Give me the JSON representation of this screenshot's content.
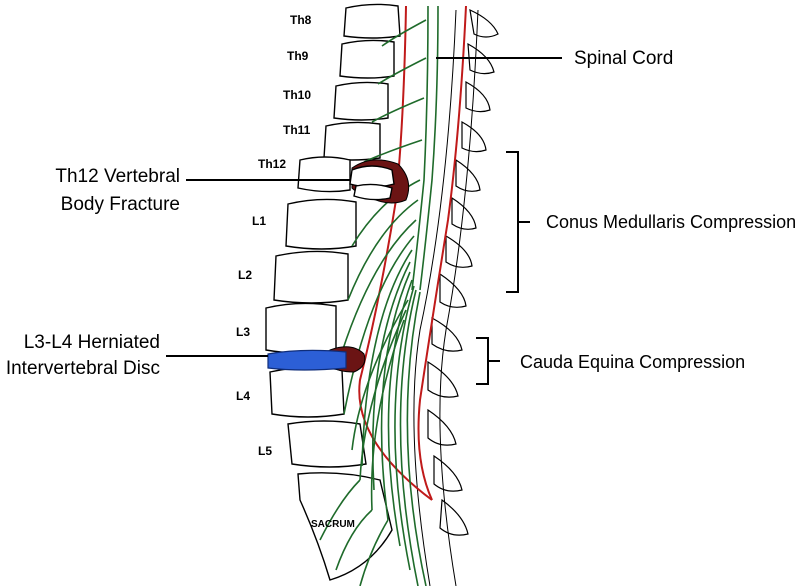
{
  "vertebra_labels": {
    "th8": "Th8",
    "th9": "Th9",
    "th10": "Th10",
    "th11": "Th11",
    "th12": "Th12",
    "l1": "L1",
    "l2": "L2",
    "l3": "L3",
    "l4": "L4",
    "l5": "L5",
    "sacrum": "SACRUM"
  },
  "callouts": {
    "spinal_cord": "Spinal Cord",
    "th12_fracture_line1": "Th12 Vertebral",
    "th12_fracture_line2": "Body Fracture",
    "conus": "Conus Medullaris Compression",
    "herniated_line1": "L3-L4 Herniated",
    "herniated_line2": "Intervertebral Disc",
    "cauda": "Cauda Equina Compression"
  },
  "colors": {
    "nerve": "#1f6b2b",
    "dura": "#c01a1a",
    "fracture": "#6b1414",
    "disc": "#2c5fd6"
  }
}
